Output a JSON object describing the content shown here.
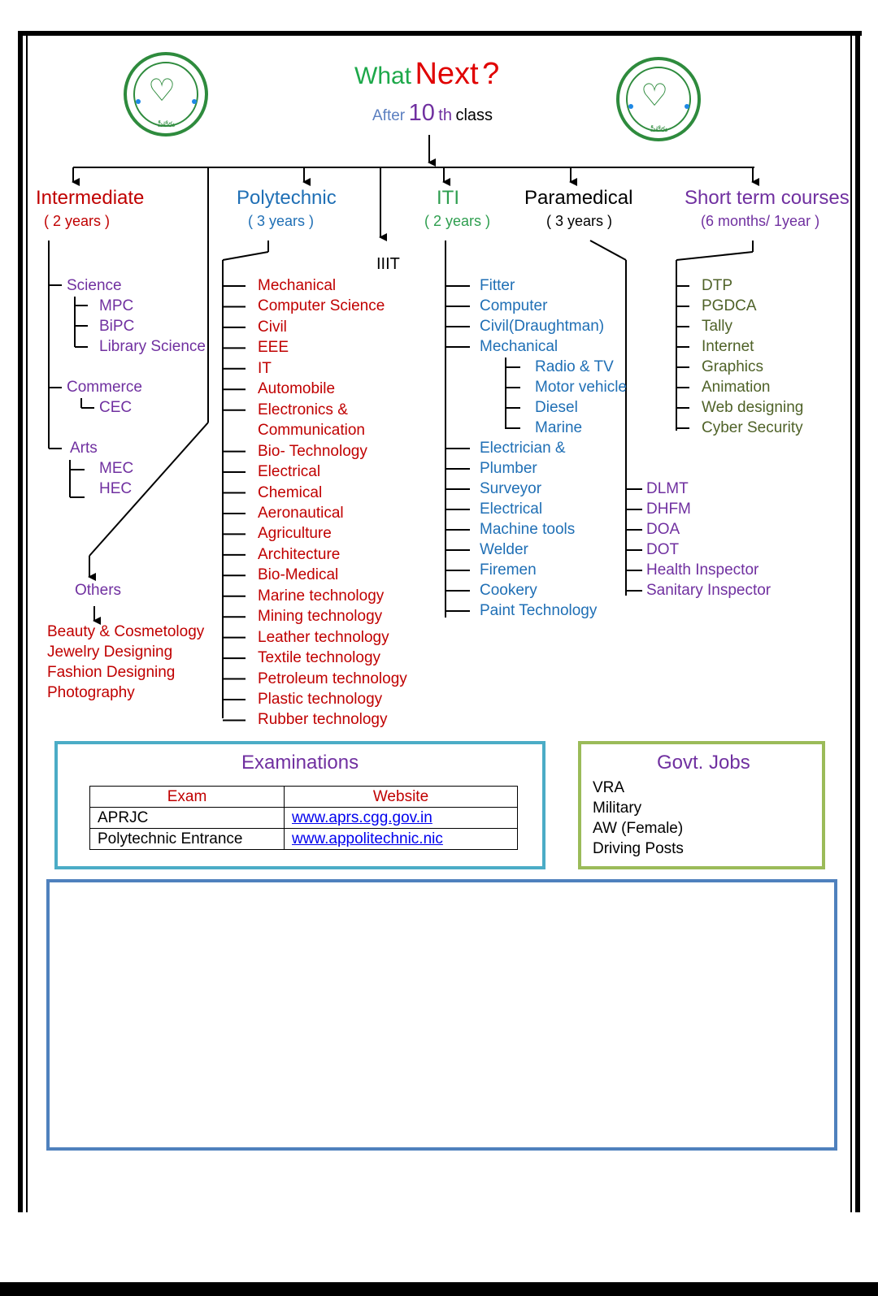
{
  "header": {
    "title_part1": "What",
    "title_part2": "Next",
    "title_part3": "?",
    "subtitle_after": "After",
    "subtitle_num": "10",
    "subtitle_th": "th",
    "subtitle_class": "class"
  },
  "seal": {
    "bottom_text": "పీలేరు"
  },
  "categories": {
    "intermediate": {
      "label": "Intermediate",
      "duration": "( 2 years )"
    },
    "polytechnic": {
      "label": "Polytechnic",
      "duration": "( 3 years )"
    },
    "iiit": {
      "label": "IIIT"
    },
    "iti": {
      "label": "ITI",
      "duration": "( 2 years )"
    },
    "paramedical": {
      "label": "Paramedical",
      "duration": "( 3 years )"
    },
    "short_term": {
      "label": "Short term courses",
      "duration": "(6 months/ 1year )"
    }
  },
  "intermediate": {
    "science": {
      "label": "Science",
      "items": [
        "MPC",
        "BiPC",
        "Library Science"
      ]
    },
    "commerce": {
      "label": "Commerce",
      "items": [
        "CEC"
      ]
    },
    "arts": {
      "label": "Arts",
      "items": [
        "MEC",
        "HEC"
      ]
    }
  },
  "others": {
    "label": "Others",
    "items": [
      "Beauty & Cosmetology",
      "Jewelry Designing",
      "Fashion Designing",
      "Photography"
    ]
  },
  "polytechnic_items": [
    "Mechanical",
    "Computer Science",
    "Civil",
    "EEE",
    "IT",
    "Automobile",
    "Electronics &",
    "Communication",
    "Bio- Technology",
    "Electrical",
    "Chemical",
    "Aeronautical",
    "Agriculture",
    "Architecture",
    "Bio-Medical",
    "Marine technology",
    "Mining technology",
    "Leather technology",
    "Textile technology",
    "Petroleum technology",
    "Plastic technology",
    "Rubber technology"
  ],
  "iti_items": [
    "Fitter",
    "Computer",
    "Civil(Draughtman)",
    "Mechanical"
  ],
  "iti_mech_items": [
    "Radio & TV",
    "Motor vehicle",
    "Diesel",
    "Marine"
  ],
  "iti_items_2": [
    "Electrician &",
    "Plumber",
    "Surveyor",
    "Electrical",
    "Machine tools",
    "Welder",
    "Firemen",
    "Cookery",
    "Paint Technology"
  ],
  "paramedical_items": [
    "DLMT",
    "DHFM",
    "DOA",
    "DOT",
    "Health Inspector",
    "Sanitary Inspector"
  ],
  "short_term_items": [
    "DTP",
    "PGDCA",
    "Tally",
    "Internet",
    "Graphics",
    "Animation",
    "Web designing",
    "Cyber Security"
  ],
  "examinations": {
    "title": "Examinations",
    "col_exam": "Exam",
    "col_website": "Website",
    "rows": [
      {
        "exam": "APRJC",
        "website": "www.aprs.cgg.gov.in"
      },
      {
        "exam": "Polytechnic Entrance",
        "website": "www.appolitechnic.nic"
      }
    ]
  },
  "govt_jobs": {
    "title": "Govt. Jobs",
    "items": [
      "VRA",
      "Military",
      "AW (Female)",
      "Driving Posts"
    ]
  },
  "colors": {
    "frame": "#000000",
    "exam_border": "#4bacc6",
    "jobs_border": "#9bbb59",
    "notes_border": "#4f81bd"
  }
}
